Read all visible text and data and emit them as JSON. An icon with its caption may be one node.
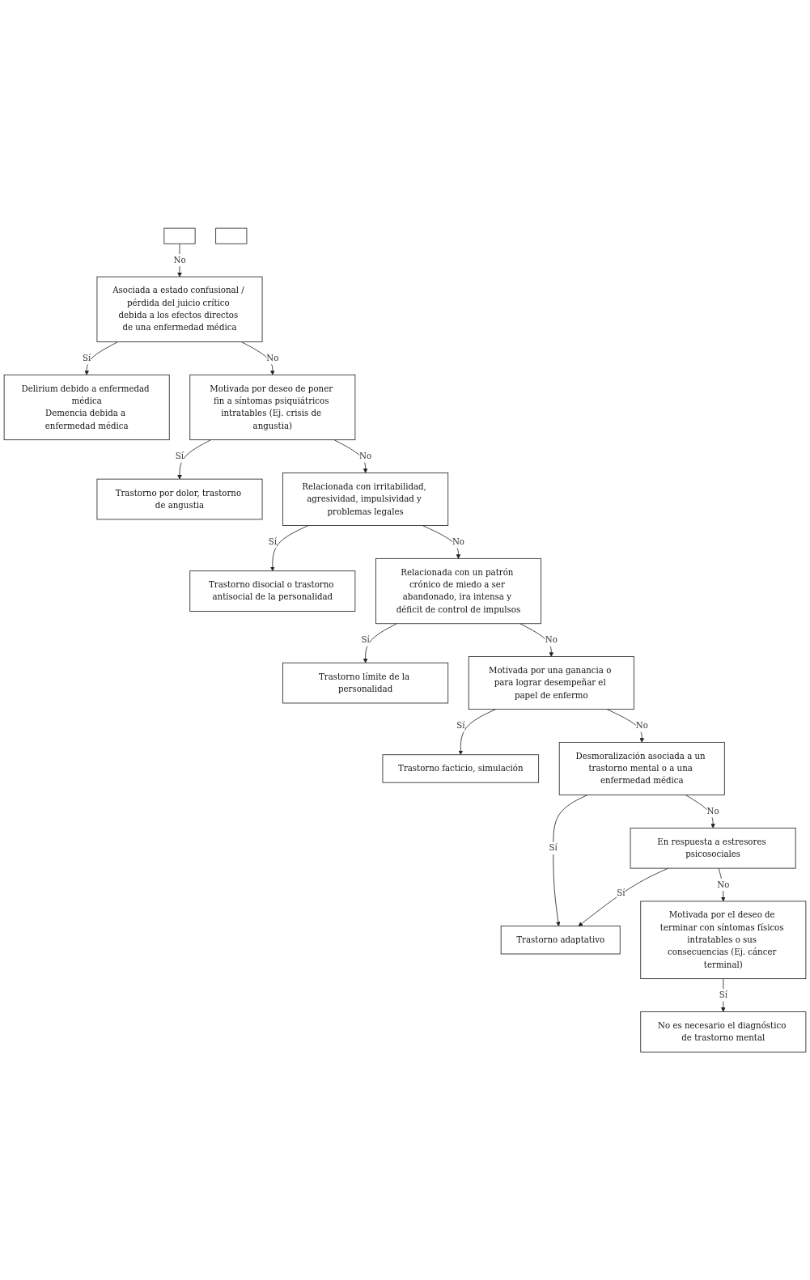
{
  "diagram": {
    "nodes": [
      {
        "text": [],
        "shape": "box"
      },
      {
        "text": [],
        "shape": "box"
      },
      {
        "text": [
          "Asociada a estado confusional / pérdida del juicio crítico debida a los efectos directos de una enfermedad médica"
        ]
      },
      {
        "text": [
          "Delirium debido a enfermedad médica",
          "Demencia debida a enfermedad médica"
        ]
      },
      {
        "text": [
          "Motivada por deseo de poner fin a síntomas psiquiátricos intratables (Ej. crisis de angustia)"
        ]
      },
      {
        "text": [
          "Trastorno por dolor, trastorno de angustia"
        ]
      },
      {
        "text": [
          "Relacionada con irritabilidad, agresividad, impulsividad y problemas legales"
        ]
      },
      {
        "text": [
          "Trastorno disocial o trastorno antisocial de la personalidad"
        ]
      },
      {
        "text": [
          "Relacionada con un patrón crónico de miedo a ser abandonado, ira intensa y déficit de control de impulsos"
        ]
      },
      {
        "text": [
          "Trastorno límite de la personalidad"
        ]
      },
      {
        "text": [
          "Motivada por una ganancia o para lograr desempeñar el papel de enfermo"
        ]
      },
      {
        "text": [
          "Trastorno facticio, simulación"
        ]
      },
      {
        "text": [
          "Desmoralización asociada a un trastorno mental o a una enfermedad médica"
        ]
      },
      {
        "text": [
          "Trastorno adaptativo"
        ]
      },
      {
        "text": [
          "En respuesta a estresores psicosociales"
        ]
      },
      {
        "text": [
          "Motivada por el deseo de terminar con síntomas físicos intratables o sus consecuencias (Ej. cáncer terminal)"
        ]
      },
      {
        "text": [
          "No es necesario el diagnóstico de trastorno mental"
        ]
      }
    ],
    "edges": [
      {
        "from": 0,
        "to": 2,
        "arrow": "to",
        "label": "No"
      },
      {
        "from": 2,
        "to": 3,
        "arrow": "to",
        "label": "Sí"
      },
      {
        "from": 2,
        "to": 4,
        "arrow": "to",
        "label": "No"
      },
      {
        "from": 4,
        "to": 5,
        "arrow": "to",
        "label": "Sí"
      },
      {
        "from": 4,
        "to": 6,
        "arrow": "to",
        "label": "No"
      },
      {
        "from": 6,
        "to": 7,
        "arrow": "to",
        "label": "Sí"
      },
      {
        "from": 6,
        "to": 8,
        "arrow": "to",
        "label": "No"
      },
      {
        "from": 8,
        "to": 9,
        "arrow": "to",
        "label": "Sí"
      },
      {
        "from": 8,
        "to": 10,
        "arrow": "to",
        "label": "No"
      },
      {
        "from": 10,
        "to": 11,
        "arrow": "to",
        "label": "Sí"
      },
      {
        "from": 10,
        "to": 12,
        "arrow": "to",
        "label": "No"
      },
      {
        "from": 12,
        "to": 13,
        "arrow": "to",
        "label": "Sí"
      },
      {
        "from": 12,
        "to": 14,
        "arrow": "to",
        "label": "No"
      },
      {
        "from": 14,
        "to": 13,
        "arrow": "to",
        "label": "Sí"
      },
      {
        "from": 14,
        "to": 15,
        "arrow": "to",
        "label": "No"
      },
      {
        "from": 15,
        "to": 16,
        "arrow": "to",
        "label": "Sí"
      }
    ]
  }
}
